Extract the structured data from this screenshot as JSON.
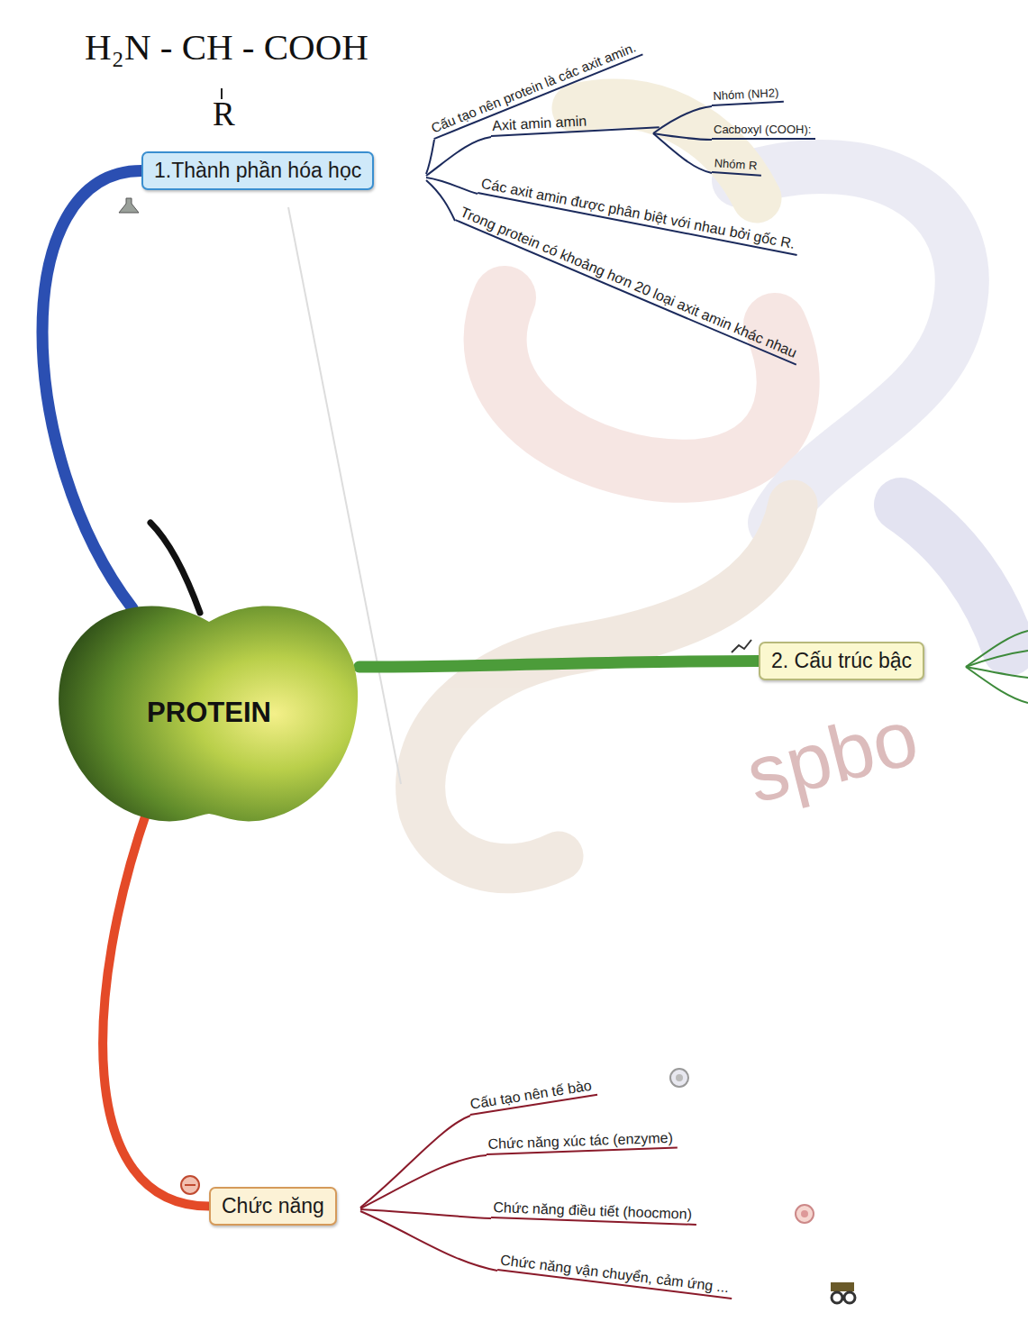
{
  "diagram": {
    "nodes": [
      {
        "text": [
          "1.Thành phần hóa học"
        ]
      },
      {
        "text": [
          "PROTEIN"
        ]
      },
      {
        "text": [
          "2. Cấu trúc bậc"
        ]
      },
      {
        "text": [
          "Chức năng"
        ]
      }
    ],
    "edges": [
      {
        "from": 1,
        "to": 0,
        "arrow": "none"
      },
      {
        "from": 1,
        "to": 2,
        "arrow": "none"
      },
      {
        "from": 1,
        "to": 3,
        "arrow": "none"
      }
    ],
    "labels": [
      "H₂N - CH - COOH",
      "R",
      "Cấu tạo nên protein là các axit amin.",
      "Axit amin amin",
      "Nhóm (NH2)",
      "Cacboxyl (COOH):",
      "Nhóm R",
      "Các axit amin được phân biệt với nhau bởi gốc R.",
      "Trong protein có khoảng hơn 20 loại axit amin khác nhau",
      "Cấu tạo nên tế bào",
      "Chức năng xúc tác (enzyme)",
      "Chức năng điều tiết (hoocmon)",
      "Chức năng vận chuyển, cảm ứng ...",
      "spbo"
    ]
  }
}
